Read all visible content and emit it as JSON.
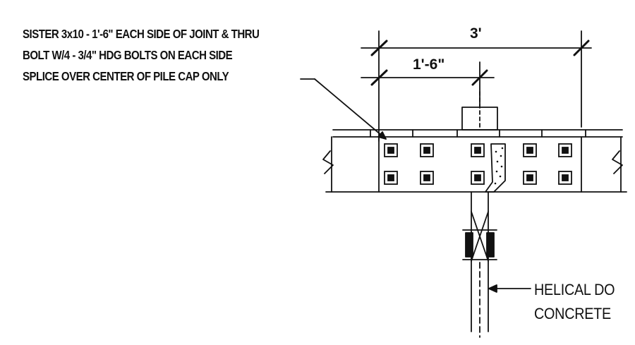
{
  "note": {
    "line1": "SISTER 3x10 - 1'-6\" EACH SIDE OF JOINT & THRU",
    "line2": "BOLT W/4 - 3/4\" HDG BOLTS ON EACH SIDE",
    "line3": "SPLICE OVER CENTER OF PILE CAP ONLY"
  },
  "dimensions": {
    "overall": "3'",
    "half": "1'-6\""
  },
  "callout": {
    "line1": "HELICAL DO",
    "line2": "CONCRETE"
  }
}
